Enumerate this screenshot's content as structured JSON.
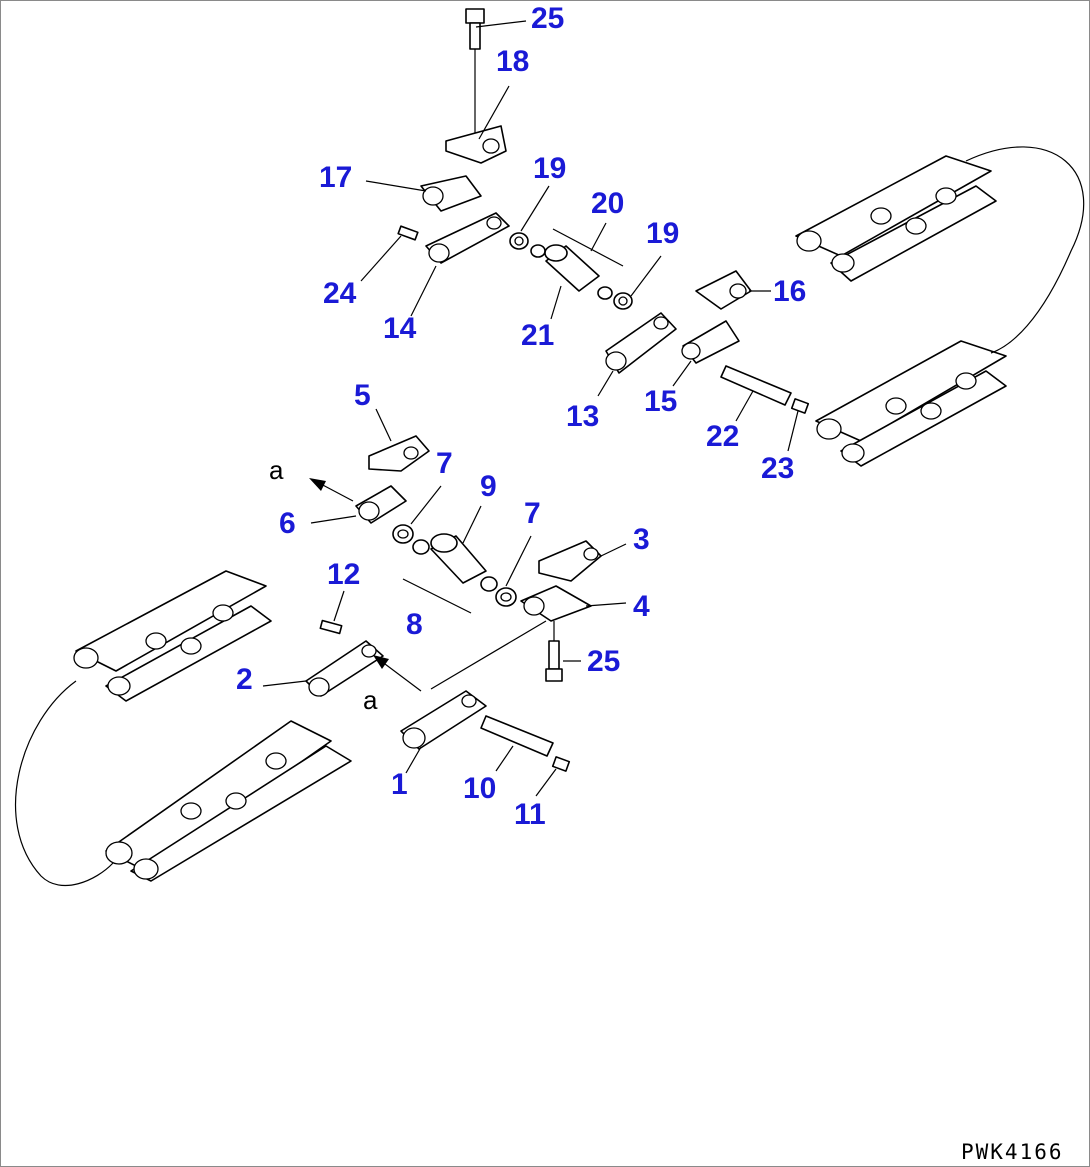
{
  "drawing_code": "PWK4166",
  "detail_letter": "a",
  "callouts": [
    {
      "num": "25"
    },
    {
      "num": "18"
    },
    {
      "num": "17"
    },
    {
      "num": "19"
    },
    {
      "num": "20"
    },
    {
      "num": "19"
    },
    {
      "num": "24"
    },
    {
      "num": "16"
    },
    {
      "num": "14"
    },
    {
      "num": "21"
    },
    {
      "num": "13"
    },
    {
      "num": "15"
    },
    {
      "num": "22"
    },
    {
      "num": "23"
    },
    {
      "num": "5"
    },
    {
      "num": "7"
    },
    {
      "num": "9"
    },
    {
      "num": "6"
    },
    {
      "num": "7"
    },
    {
      "num": "3"
    },
    {
      "num": "12"
    },
    {
      "num": "8"
    },
    {
      "num": "4"
    },
    {
      "num": "25"
    },
    {
      "num": "2"
    },
    {
      "num": "1"
    },
    {
      "num": "10"
    },
    {
      "num": "11"
    }
  ],
  "colors": {
    "callout": "#1a1ad6",
    "line": "#000000",
    "background": "#ffffff",
    "frame": "#8a8a8a"
  }
}
